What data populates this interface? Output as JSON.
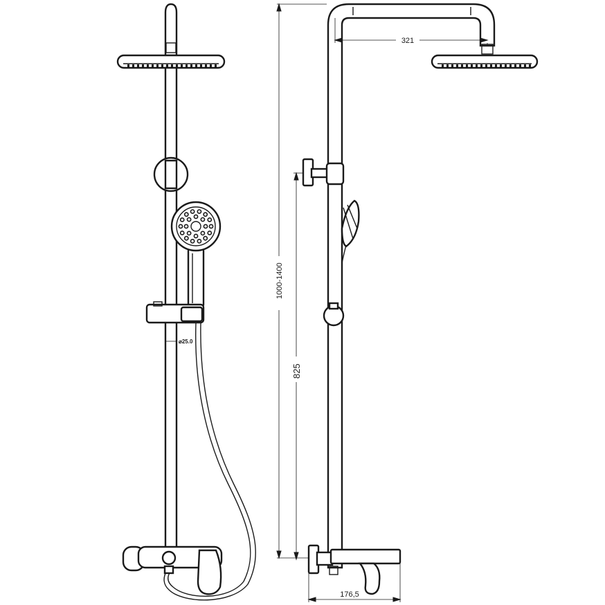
{
  "dimensions": {
    "total_height": "1000-1400",
    "arm_length": "321",
    "slider_height": "825",
    "spout_depth": "176,5",
    "rail_diameter": "⌀25.0"
  }
}
